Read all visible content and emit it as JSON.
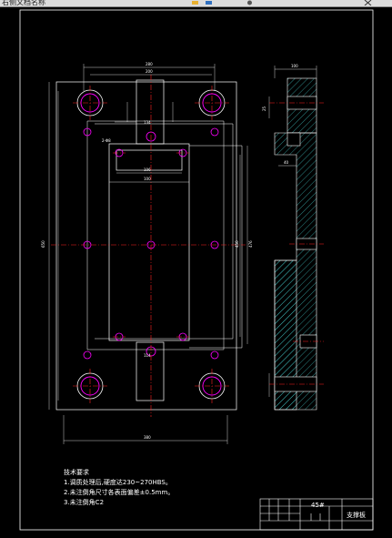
{
  "toolbar": {
    "title": "右侧文档名称"
  },
  "notes": {
    "heading": "技术要求",
    "items": [
      "1.调质处理后,硬度达230~270HBS。",
      "2.未注倒角尺寸各表面偏差±0.5mm。",
      "3.未注倒角C2"
    ]
  },
  "title_block": {
    "material": "45#",
    "part_name": "支撑板"
  },
  "dimensions": {
    "top_width": "280",
    "top_inner": "200",
    "overall_height": "650",
    "bottom_width": "380",
    "slot_width": "106",
    "slot_inner": "100",
    "slot_upper": "134",
    "slot_lower": "114",
    "right_height": "476",
    "right_inner": "450",
    "side_top_width": "100",
    "side_thickness": "40",
    "side_offset": "25",
    "hole_label": "2-Φ8"
  },
  "colors": {
    "background": "#000000",
    "outline": "#ffffff",
    "hole_ring": "#ff00ff",
    "centerline": "#ff2020",
    "hatch": "#40c0c0",
    "dimension": "#ffffff"
  }
}
